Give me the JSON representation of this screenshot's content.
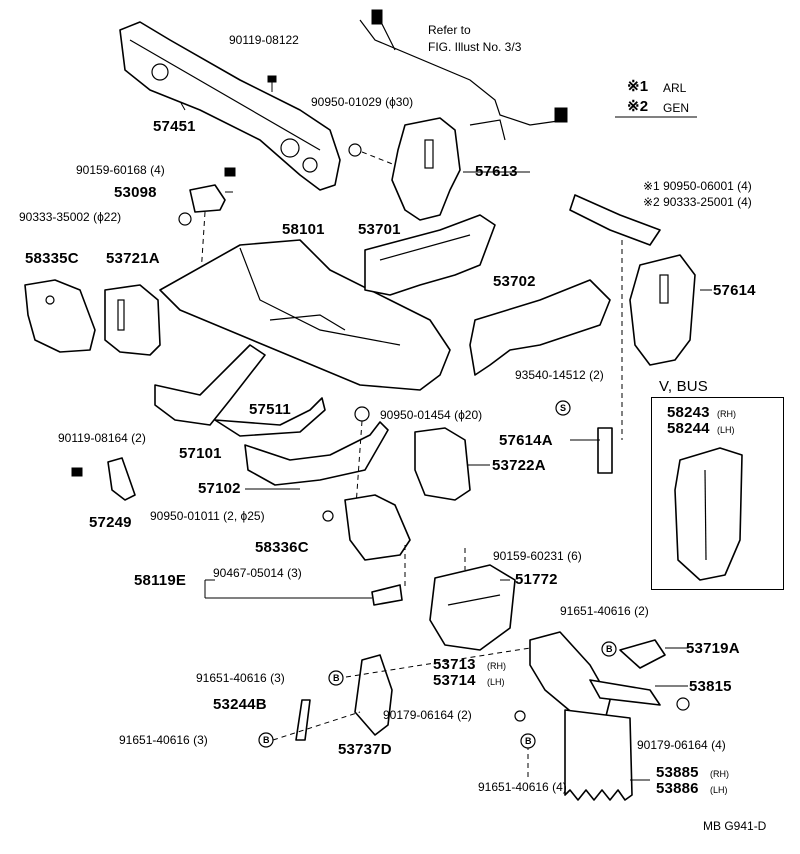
{
  "legend": {
    "arl_mark": "※1",
    "arl_text": "ARL",
    "gen_mark": "※2",
    "gen_text": "GEN"
  },
  "note": {
    "line1": "Refer to",
    "line2": "FIG. Illust No. 3/3"
  },
  "inset": {
    "title": "V, BUS",
    "part1": "58243",
    "part1_side": "(RH)",
    "part2": "58244",
    "part2_side": "(LH)"
  },
  "figure_code": "MB G941-D",
  "parts": {
    "p57451": "57451",
    "p57613": "57613",
    "p53098": "53098",
    "p58101": "58101",
    "p53701": "53701",
    "p58335c": "58335C",
    "p53721a": "53721A",
    "p53702": "53702",
    "p57614": "57614",
    "p57511": "57511",
    "p57101": "57101",
    "p57102": "57102",
    "p57249": "57249",
    "p57614a": "57614A",
    "p53722a": "53722A",
    "p58336c": "58336C",
    "p58119e": "58119E",
    "p51772": "51772",
    "p53719a": "53719A",
    "p53713": "53713",
    "p53713_side": "(RH)",
    "p53714": "53714",
    "p53714_side": "(LH)",
    "p53815": "53815",
    "p53244b": "53244B",
    "p53737d": "53737D",
    "p53885": "53885",
    "p53885_side": "(RH)",
    "p53886": "53886",
    "p53886_side": "(LH)"
  },
  "fasteners": {
    "f90119_08122": "90119-08122",
    "f90950_01029": "90950-01029 (ϕ30)",
    "f90159_60168": "90159-60168 (4)",
    "f90333_35002": "90333-35002 (ϕ22)",
    "f90950_06001": "※1 90950-06001 (4)",
    "f90333_25001": "※2 90333-25001 (4)",
    "f93540_14512": "93540-14512 (2)",
    "f90950_01454": "90950-01454 (ϕ20)",
    "f90119_08164": "90119-08164 (2)",
    "f90950_01011": "90950-01011 (2, ϕ25)",
    "f90467_05014": "90467-05014 (3)",
    "f90159_60231": "90159-60231 (6)",
    "f91651_40616_a": "91651-40616 (2)",
    "f91651_40616_b": "91651-40616 (3)",
    "f91651_40616_c": "91651-40616 (3)",
    "f90179_06164_a": "90179-06164 (2)",
    "f90179_06164_b": "90179-06164 (4)",
    "f91651_40616_d": "91651-40616 (4)"
  },
  "marks": {
    "s": "S",
    "b": "B"
  }
}
